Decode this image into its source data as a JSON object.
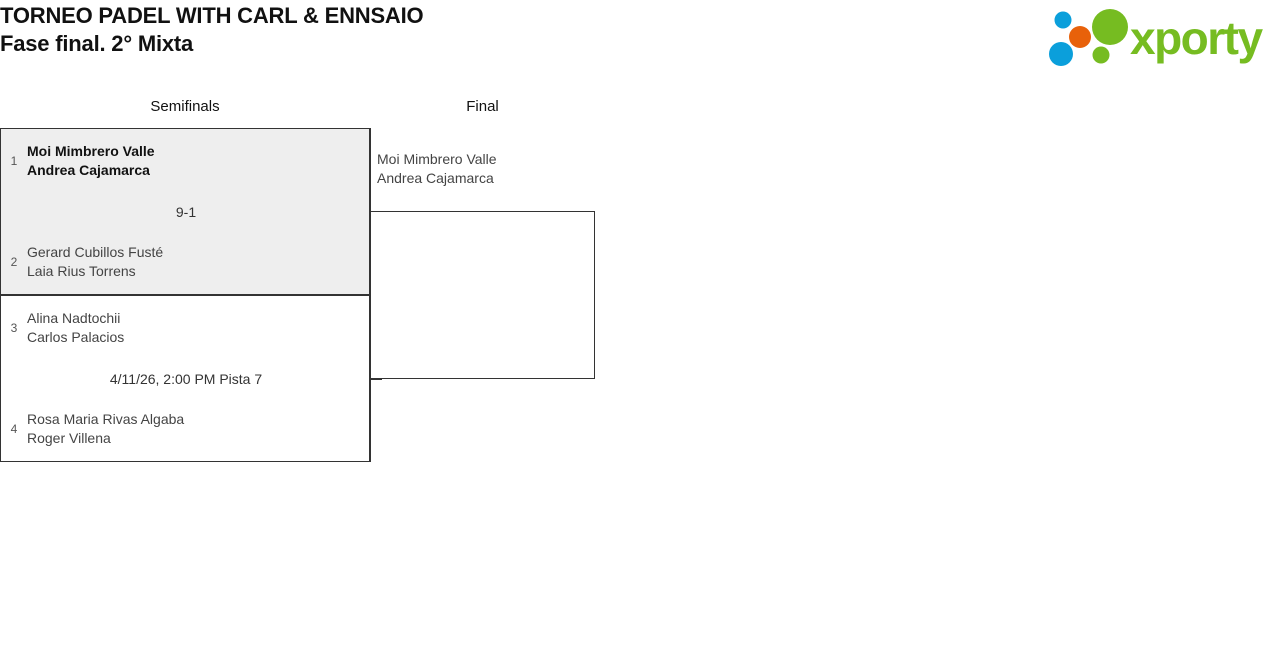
{
  "header": {
    "title_line_1": "TORNEO PADEL WITH CARL & ENNSAIO",
    "title_line_2": "Fase final. 2° Mixta",
    "logo_text": "xporty",
    "logo_colors": {
      "green": "#76bc21",
      "blue": "#0b9fdb",
      "orange": "#e8610a"
    }
  },
  "bracket": {
    "rounds": [
      {
        "name": "Semifinals"
      },
      {
        "name": "Final"
      }
    ],
    "matches": [
      {
        "round": 0,
        "status": "played",
        "info": "9-1",
        "teams": [
          {
            "seed": "1",
            "winner": true,
            "player_1": "Moi Mimbrero Valle",
            "player_2": "Andrea Cajamarca"
          },
          {
            "seed": "2",
            "winner": false,
            "player_1": "Gerard Cubillos Fusté",
            "player_2": "Laia Rius Torrens"
          }
        ]
      },
      {
        "round": 0,
        "status": "scheduled",
        "info": "4/11/26, 2:00 PM Pista 7",
        "teams": [
          {
            "seed": "3",
            "winner": false,
            "player_1": "Alina Nadtochii",
            "player_2": "Carlos Palacios"
          },
          {
            "seed": "4",
            "winner": false,
            "player_1": "Rosa Maria Rivas Algaba",
            "player_2": "Roger Villena"
          }
        ]
      }
    ],
    "final": {
      "round": 1,
      "status": "empty",
      "info": "",
      "advanced_team": {
        "player_1": "Moi Mimbrero Valle",
        "player_2": "Andrea Cajamarca"
      }
    }
  }
}
